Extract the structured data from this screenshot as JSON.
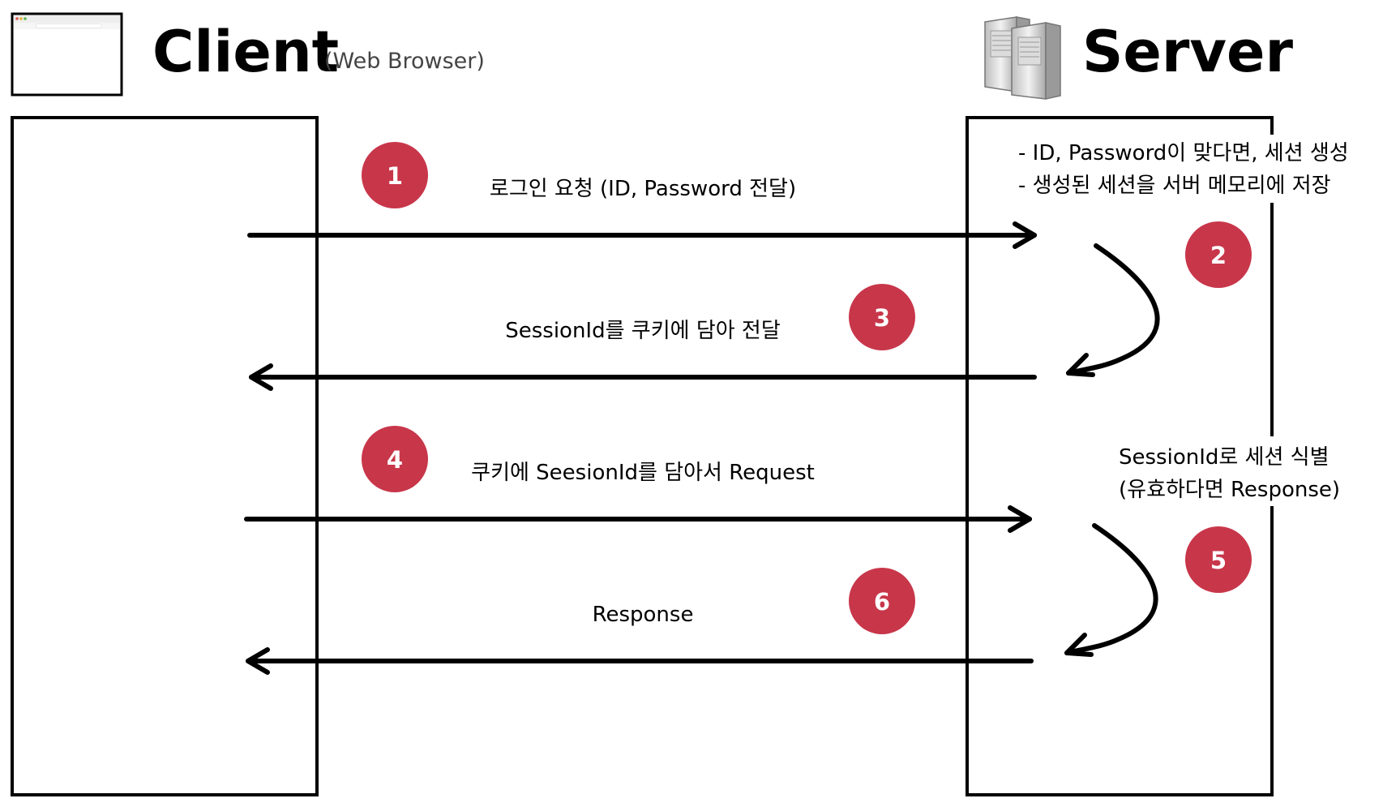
{
  "header": {
    "client_title": "Client",
    "client_subtitle": "(Web Browser)",
    "server_title": "Server"
  },
  "steps": [
    {
      "number": "1",
      "label": "로그인 요청 (ID, Password 전달)"
    },
    {
      "number": "2",
      "note_lines": [
        "- ID, Password이 맞다면, 세션 생성",
        "- 생성된 세션을 서버 메모리에 저장"
      ]
    },
    {
      "number": "3",
      "label": "SessionId를 쿠키에 담아 전달"
    },
    {
      "number": "4",
      "label": "쿠키에 SeesionId를 담아서 Request"
    },
    {
      "number": "5",
      "note_lines": [
        "SessionId로 세션 식별",
        "(유효하다면 Response)"
      ]
    },
    {
      "number": "6",
      "label": "Response"
    }
  ],
  "icons": {
    "client": "browser-window-icon",
    "server": "server-rack-icon"
  },
  "colors": {
    "badge": "#c8364a",
    "line": "#000000",
    "badge_text": "#ffffff",
    "subtitle": "#444444"
  }
}
